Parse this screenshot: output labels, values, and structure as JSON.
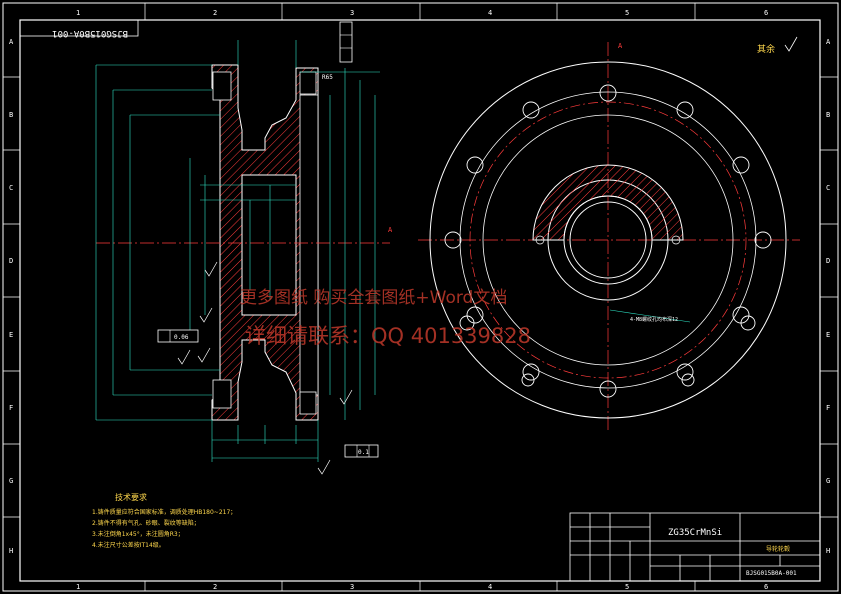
{
  "sheet": {
    "drawing_no_rotated": "BJSG015B0A-001",
    "material": "ZG35CrMnSi",
    "part_name": "导轮轮毂",
    "drawing_no": "BJSG015B0A-001",
    "surface_note": "其余",
    "section_label": "A",
    "section_view_label": "A",
    "top_row_numbers": [
      "1",
      "2",
      "3",
      "4",
      "5",
      "6"
    ],
    "side_row_letters": [
      "A",
      "B",
      "C",
      "D",
      "E",
      "F",
      "G",
      "H"
    ]
  },
  "notes": {
    "title": "技术要求",
    "items": [
      "1.铸件质量应符合国家标准，调质处理HB180~217；",
      "2.铸件不得有气孔、砂眼、裂纹等缺陷；",
      "3.未注倒角1x45°，未注圆角R3；",
      "4.未注尺寸公差按IT14级。"
    ]
  },
  "callouts": {
    "holes": "4-M8螺纹孔均布深12",
    "radius": "R65",
    "tol_a": "0.06",
    "tol_b": "0.1"
  },
  "watermark": {
    "line1": "更多图纸 购买全套图纸+Word文档",
    "line2": "详细请联系：QQ 401339828"
  },
  "colors": {
    "line": "#ffffff",
    "hatch": "#ff3b3b",
    "centerline": "#ff3b3b",
    "dimension": "#2ee6c8",
    "watermark": "#c0392b"
  }
}
